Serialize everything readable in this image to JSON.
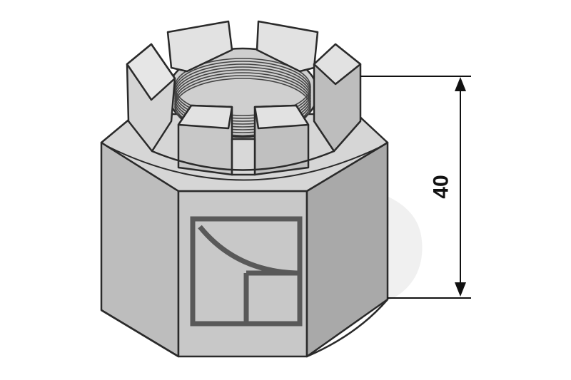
{
  "diagram": {
    "part": "castle-nut",
    "dimension": {
      "value": "40",
      "orientation": "vertical"
    },
    "colors": {
      "face_light": "#c8c8c8",
      "face_mid": "#bdbdbd",
      "face_dark": "#a9a9a9",
      "top_face": "#e2e2e2",
      "outline": "#2a2a2a",
      "logo_stroke": "#595959",
      "watermark": "#f0f0f0"
    }
  }
}
